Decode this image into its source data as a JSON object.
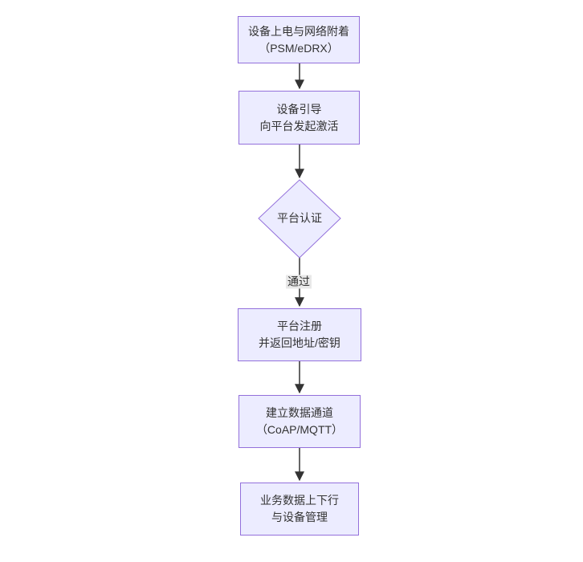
{
  "flowchart": {
    "colors": {
      "bg": "#ffffff",
      "node-fill": "#ECECFF",
      "node-border": "#9370DB",
      "edge-color": "#333333",
      "text-color": "#333333",
      "label-bg": "#e8e8e8"
    },
    "nodes": [
      {
        "id": "power-attach",
        "type": "rect",
        "line1": "设备上电与网络附着",
        "line2": "（PSM/eDRX）"
      },
      {
        "id": "device-bootstrap",
        "type": "rect",
        "line1": "设备引导",
        "line2": "向平台发起激活"
      },
      {
        "id": "platform-auth",
        "type": "diamond",
        "line1": "平台认证",
        "line2": ""
      },
      {
        "id": "platform-register",
        "type": "rect",
        "line1": "平台注册",
        "line2": "并返回地址/密钥"
      },
      {
        "id": "data-channel",
        "type": "rect",
        "line1": "建立数据通道",
        "line2": "（CoAP/MQTT）"
      },
      {
        "id": "business-data",
        "type": "rect",
        "line1": "业务数据上下行",
        "line2": "与设备管理"
      }
    ],
    "edges": [
      {
        "from": "power-attach",
        "to": "device-bootstrap",
        "label": ""
      },
      {
        "from": "device-bootstrap",
        "to": "platform-auth",
        "label": ""
      },
      {
        "from": "platform-auth",
        "to": "platform-register",
        "label": "通过"
      },
      {
        "from": "platform-register",
        "to": "data-channel",
        "label": ""
      },
      {
        "from": "data-channel",
        "to": "business-data",
        "label": ""
      }
    ],
    "pass_label": "通过"
  }
}
